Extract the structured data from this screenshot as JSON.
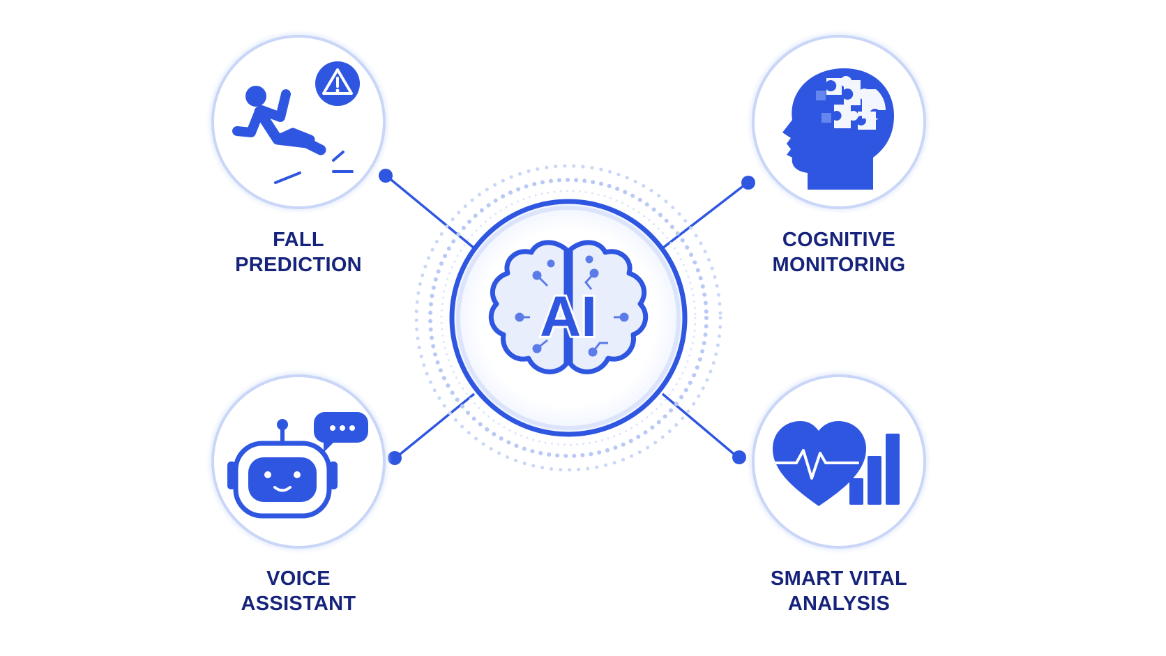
{
  "center": {
    "text": "AI",
    "icon": "brain-circuit-icon"
  },
  "nodes": [
    {
      "id": "fall",
      "lines": [
        "FALL",
        "PREDICTION"
      ],
      "icon": "falling-person-icon"
    },
    {
      "id": "cognitive",
      "lines": [
        "COGNITIVE",
        "MONITORING"
      ],
      "icon": "head-puzzle-icon"
    },
    {
      "id": "voice",
      "lines": [
        "VOICE",
        "ASSISTANT"
      ],
      "icon": "robot-chat-icon"
    },
    {
      "id": "vital",
      "lines": [
        "SMART VITAL",
        "ANALYSIS"
      ],
      "icon": "heart-chart-icon"
    }
  ],
  "colors": {
    "primary": "#2f56e0",
    "dark": "#16237a",
    "light_ring": "#c9d6f7",
    "pale": "#e3ebfd"
  }
}
